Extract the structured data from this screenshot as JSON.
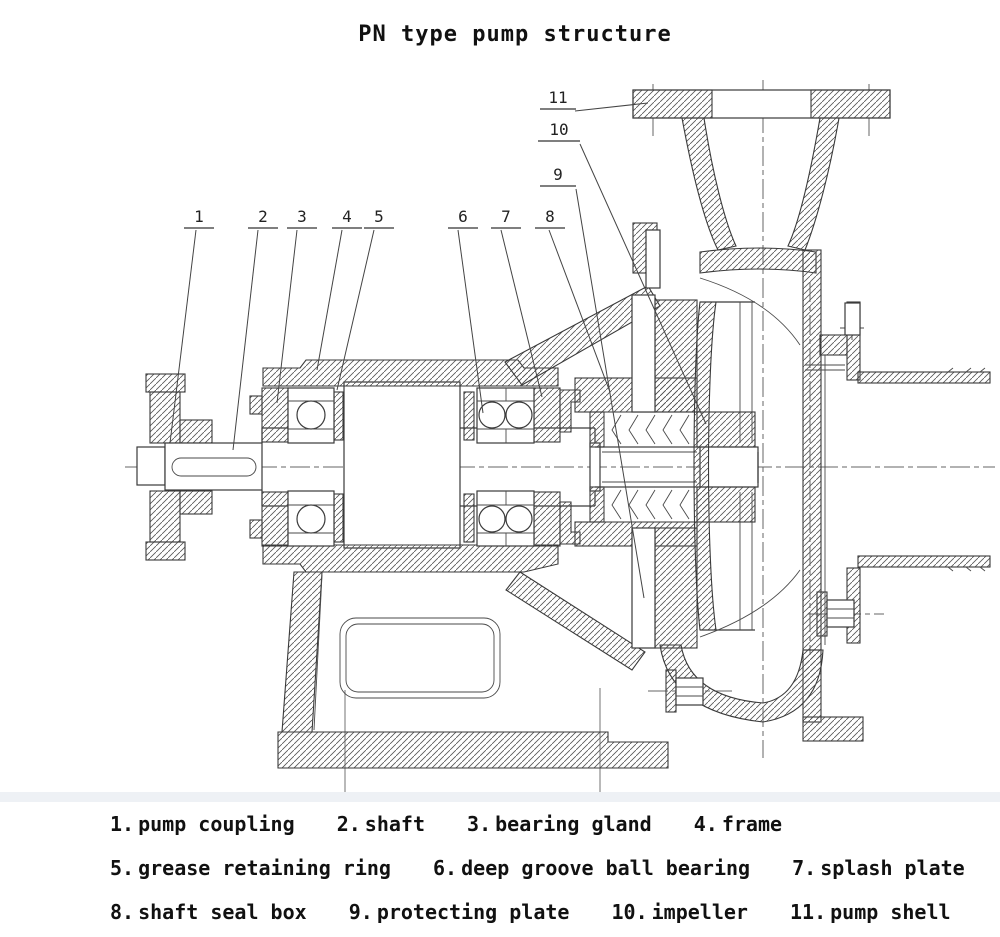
{
  "title": "PN type pump structure",
  "callouts": [
    "1",
    "2",
    "3",
    "4",
    "5",
    "6",
    "7",
    "8",
    "9",
    "10",
    "11"
  ],
  "parts": [
    {
      "num": "1.",
      "name": "pump coupling"
    },
    {
      "num": "2.",
      "name": "shaft"
    },
    {
      "num": "3.",
      "name": "bearing gland"
    },
    {
      "num": "4.",
      "name": "frame"
    },
    {
      "num": "5.",
      "name": "grease retaining ring"
    },
    {
      "num": "6.",
      "name": "deep groove ball bearing"
    },
    {
      "num": "7.",
      "name": "splash plate"
    },
    {
      "num": "8.",
      "name": "shaft seal box"
    },
    {
      "num": "9.",
      "name": "protecting plate"
    },
    {
      "num": "10.",
      "name": "impeller"
    },
    {
      "num": "11.",
      "name": "pump shell"
    }
  ],
  "colors": {
    "line": "#3a3a3a",
    "centerline": "#666666",
    "hatch": "#555555",
    "band": "#eef1f5",
    "text": "#111111",
    "background": "#ffffff"
  }
}
